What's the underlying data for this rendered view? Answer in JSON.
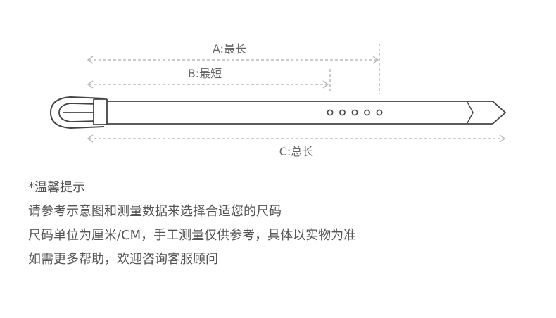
{
  "diagram": {
    "label_a": "A:最长",
    "label_b": "B:最短",
    "label_c": "C:总长",
    "colors": {
      "outline": "#444444",
      "dimension": "#bbbbbb",
      "label": "#666666"
    },
    "hole_count": 5
  },
  "notes": {
    "title": "*温馨提示",
    "lines": [
      "请参考示意图和测量数据来选择合适您的尺码",
      "尺码单位为厘米/CM，手工测量仅供参考，具体以实物为准",
      "如需更多帮助，欢迎咨询客服顾问"
    ]
  }
}
